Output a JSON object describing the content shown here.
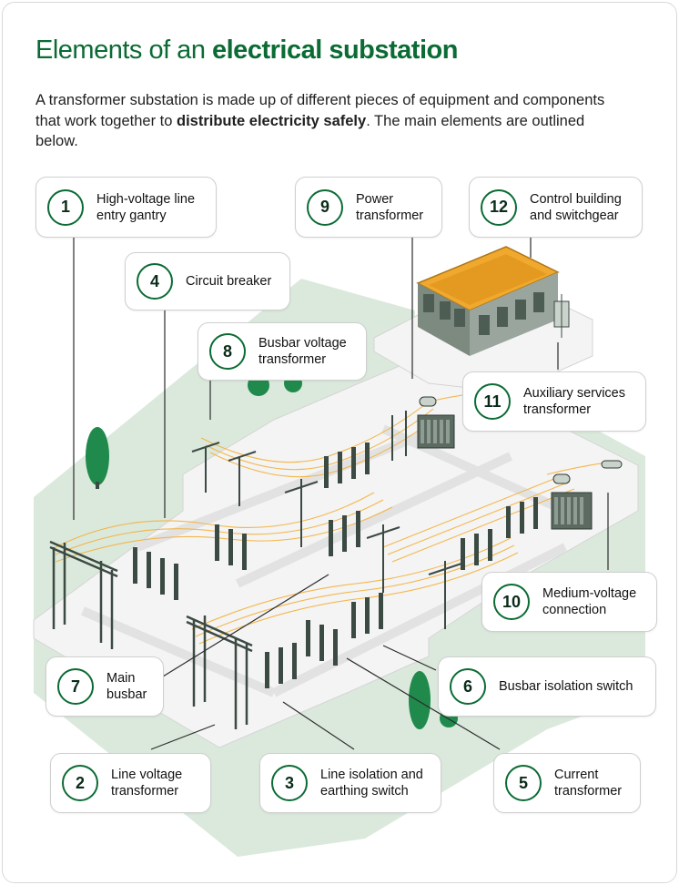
{
  "title": {
    "plain": "Elements of an ",
    "bold": "electrical substation"
  },
  "intro": {
    "part1": "A transformer substation is made up of different pieces of equipment and components that work together to ",
    "bold": "distribute electricity safely",
    "part2": ". The main elements are outlined below."
  },
  "colors": {
    "brand": "#0b6b34",
    "ground": "#dbe9dc",
    "pad": "#f3f3f3",
    "wires": "#f5b342",
    "steel": "#3b4a43",
    "roof": "#f0a92e"
  },
  "callouts": [
    {
      "number": "1",
      "label": "High-voltage line\nentry gantry"
    },
    {
      "number": "2",
      "label": "Line voltage\ntransformer"
    },
    {
      "number": "3",
      "label": "Line isolation and\nearthing switch"
    },
    {
      "number": "4",
      "label": "Circuit breaker"
    },
    {
      "number": "5",
      "label": "Current\ntransformer"
    },
    {
      "number": "6",
      "label": "Busbar isolation switch"
    },
    {
      "number": "7",
      "label": "Main\nbusbar"
    },
    {
      "number": "8",
      "label": "Busbar voltage\ntransformer"
    },
    {
      "number": "9",
      "label": "Power\ntransformer"
    },
    {
      "number": "10",
      "label": "Medium-voltage\nconnection"
    },
    {
      "number": "11",
      "label": "Auxiliary services\ntransformer"
    },
    {
      "number": "12",
      "label": "Control building\nand switchgear"
    }
  ]
}
